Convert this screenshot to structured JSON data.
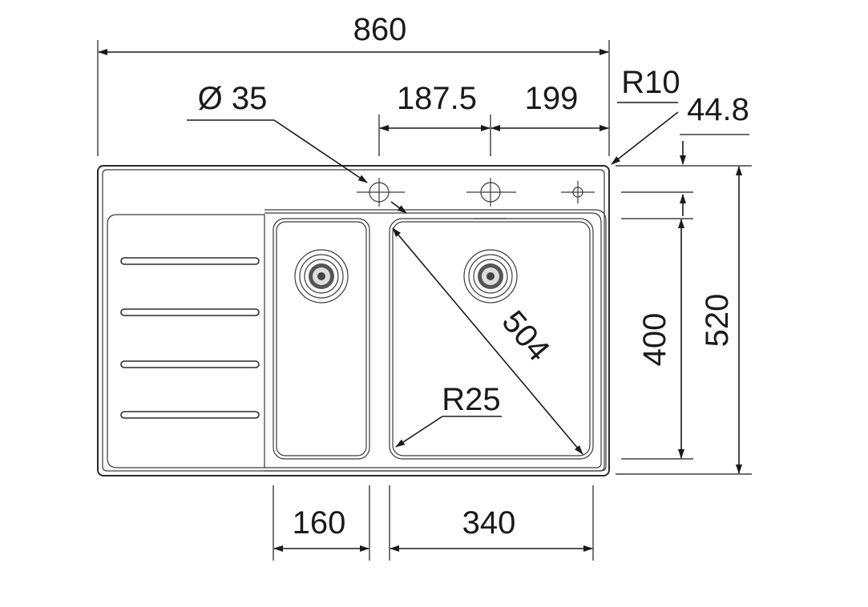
{
  "drawing": {
    "overall_width": "860",
    "tap_hole": "Ø 35",
    "tap_spacing": "187.5",
    "tap_offset": "199",
    "corner_radius_outer": "R10",
    "deck_offset": "44.8",
    "overall_depth": "520",
    "bowl_depth": "400",
    "bowl_diagonal": "504",
    "corner_radius_bowl": "R25",
    "small_bowl_width": "160",
    "large_bowl_width": "340"
  },
  "colors": {
    "line": "#1a1a1a",
    "background": "#ffffff"
  }
}
